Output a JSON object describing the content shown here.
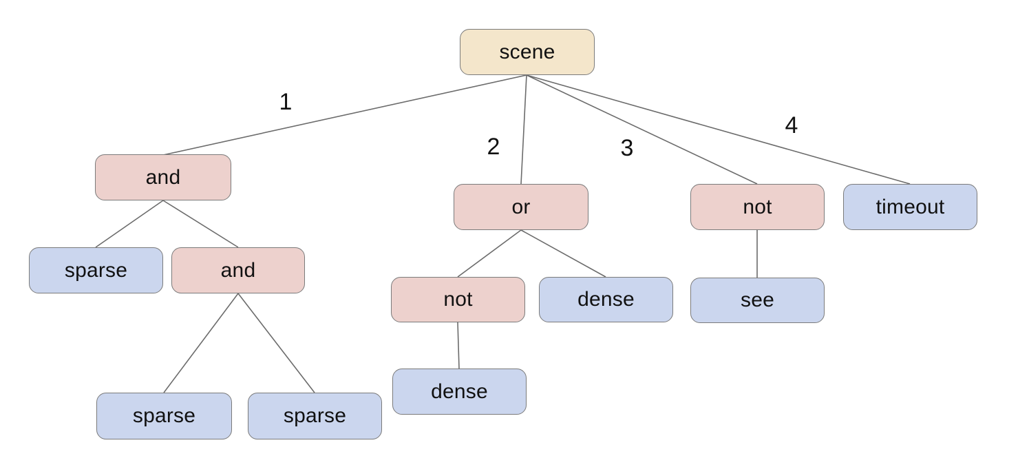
{
  "colors": {
    "root_fill": "#f4e6cb",
    "operator_fill": "#edd1cd",
    "leaf_fill": "#cbd6ee",
    "node_border": "#7a7a7a",
    "edge_line": "#6b6b6b"
  },
  "nodes": [
    {
      "id": "scene",
      "label": "scene",
      "type": "root",
      "parent": null
    },
    {
      "id": "and-1",
      "label": "and",
      "type": "operator",
      "parent": "scene"
    },
    {
      "id": "or-1",
      "label": "or",
      "type": "operator",
      "parent": "scene"
    },
    {
      "id": "not-right",
      "label": "not",
      "type": "operator",
      "parent": "scene"
    },
    {
      "id": "timeout",
      "label": "timeout",
      "type": "leaf",
      "parent": "scene"
    },
    {
      "id": "sparse-mid",
      "label": "sparse",
      "type": "leaf",
      "parent": "and-1"
    },
    {
      "id": "and-2",
      "label": "and",
      "type": "operator",
      "parent": "and-1"
    },
    {
      "id": "not-under-or",
      "label": "not",
      "type": "operator",
      "parent": "or-1"
    },
    {
      "id": "dense-1",
      "label": "dense",
      "type": "leaf",
      "parent": "or-1"
    },
    {
      "id": "see",
      "label": "see",
      "type": "leaf",
      "parent": "not-right"
    },
    {
      "id": "sparse-b1",
      "label": "sparse",
      "type": "leaf",
      "parent": "and-2"
    },
    {
      "id": "sparse-b2",
      "label": "sparse",
      "type": "leaf",
      "parent": "and-2"
    },
    {
      "id": "dense-2",
      "label": "dense",
      "type": "leaf",
      "parent": "not-under-or"
    }
  ],
  "edge_labels": [
    "1",
    "2",
    "3",
    "4"
  ]
}
